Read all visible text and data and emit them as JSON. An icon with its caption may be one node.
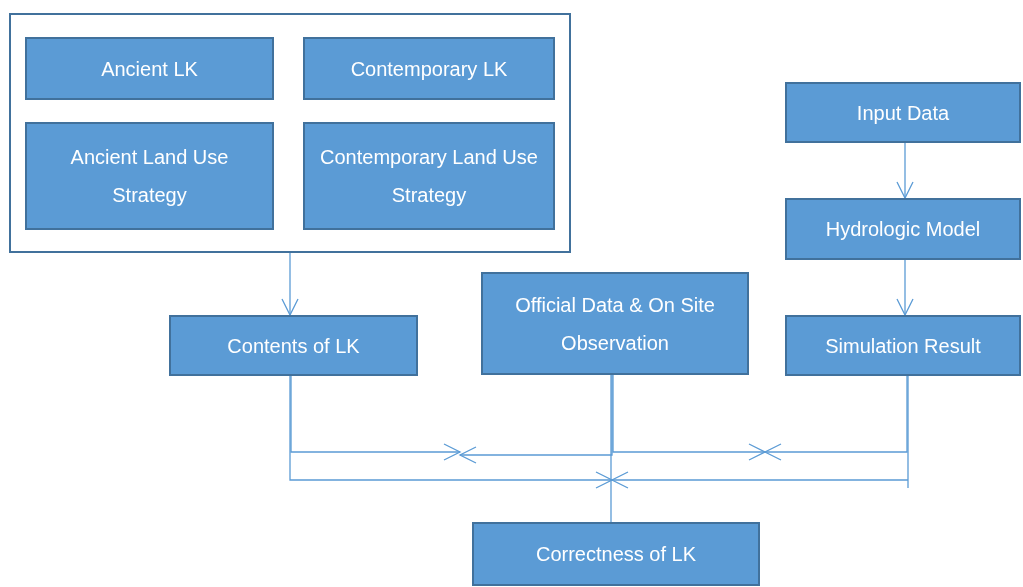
{
  "diagram": {
    "nodes": [
      {
        "text": [],
        "shape": "box"
      },
      {
        "text": [
          "Ancient LK"
        ],
        "in": 0
      },
      {
        "text": [
          "Contemporary LK"
        ],
        "in": 0
      },
      {
        "text": [
          "Ancient Land Use Strategy"
        ],
        "in": 0
      },
      {
        "text": [
          "Contemporary Land Use Strategy"
        ],
        "in": 0
      },
      {
        "text": [
          "Input Data"
        ]
      },
      {
        "text": [
          "Hydrologic Model"
        ]
      },
      {
        "text": [
          "Contents of LK"
        ]
      },
      {
        "text": [
          "Official Data & On Site Observation"
        ]
      },
      {
        "text": [
          "Simulation Result"
        ]
      },
      {
        "text": [
          "Correctness of LK"
        ]
      }
    ],
    "edges": [
      {
        "from": 0,
        "to": 7,
        "arrow": "to"
      },
      {
        "from": 5,
        "to": 6,
        "arrow": "to"
      },
      {
        "from": 6,
        "to": 9,
        "arrow": "to"
      },
      {
        "from": 7,
        "to": null,
        "arrow": "to"
      },
      {
        "from": 8,
        "to": null,
        "arrow": "to"
      },
      {
        "from": 8,
        "to": null,
        "arrow": "to"
      },
      {
        "from": 9,
        "to": null,
        "arrow": "to"
      },
      {
        "from": 7,
        "to": null,
        "arrow": "to"
      },
      {
        "from": 9,
        "to": null,
        "arrow": "to"
      },
      {
        "from": 8,
        "to": 10,
        "arrow": "none"
      }
    ]
  }
}
